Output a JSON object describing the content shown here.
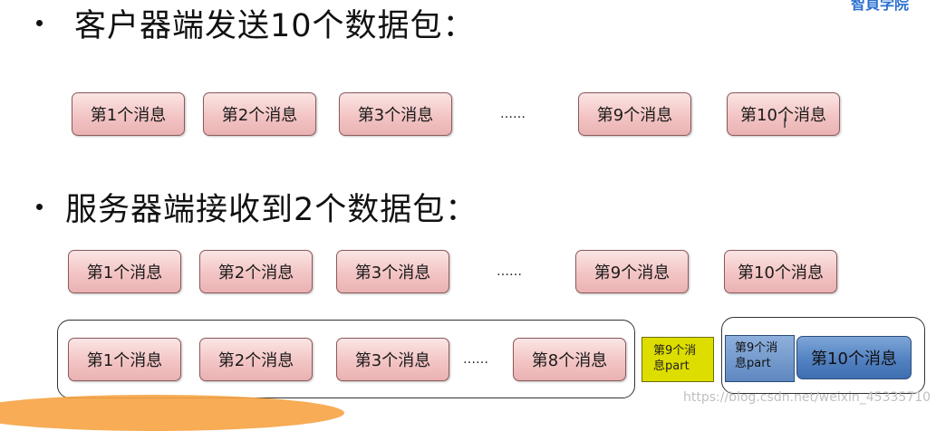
{
  "logo": "智頁学院",
  "section1": {
    "title": "客户器端发送10个数据包：",
    "messages": [
      "第1个消息",
      "第2个消息",
      "第3个消息",
      "第9个消息",
      "第10个消息"
    ],
    "ellipsis": "……"
  },
  "section2": {
    "title": "服务器端接收到2个数据包：",
    "row1": [
      "第1个消息",
      "第2个消息",
      "第3个消息",
      "第9个消息",
      "第10个消息"
    ],
    "row1_ellipsis": "……",
    "row2": [
      "第1个消息",
      "第2个消息",
      "第3个消息",
      "第8个消息"
    ],
    "row2_ellipsis": "……",
    "part_yellow": [
      "第9个消",
      "息part"
    ],
    "part_blue": [
      "第9个消",
      "息part"
    ],
    "blue_message": "第10个消息"
  },
  "colors": {
    "message_fill": "#f3c4c4",
    "message_border": "#8b5a5a",
    "part_yellow": "#dddd00",
    "blue": "#4f7fbf"
  },
  "watermark": "https://blog.csdn.net/weixin_45335710"
}
